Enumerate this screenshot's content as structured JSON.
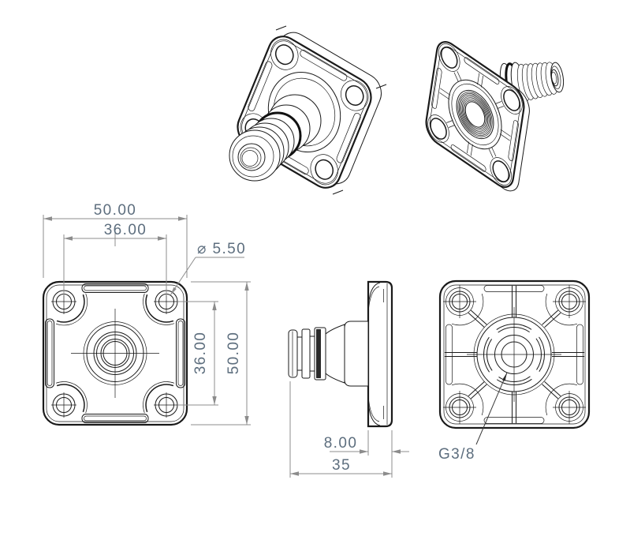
{
  "drawing": {
    "background": "#ffffff",
    "colors": {
      "part_line": "#1a1a1a",
      "dimension_line": "#8c8c8c",
      "dimension_text": "#5d6e7e",
      "leader_line": "#3a3a3a"
    },
    "views": {
      "front": {
        "dims": {
          "overall_width": "50.00",
          "bolt_spacing_h": "36.00",
          "bolt_hole_dia": "⌀ 5.50",
          "bolt_spacing_v": "36.00",
          "overall_height": "50.00"
        }
      },
      "side": {
        "dims": {
          "flange_thickness": "8.00",
          "overall_depth": "35"
        }
      },
      "back": {
        "labels": {
          "port_thread": "G3/8"
        }
      }
    }
  }
}
